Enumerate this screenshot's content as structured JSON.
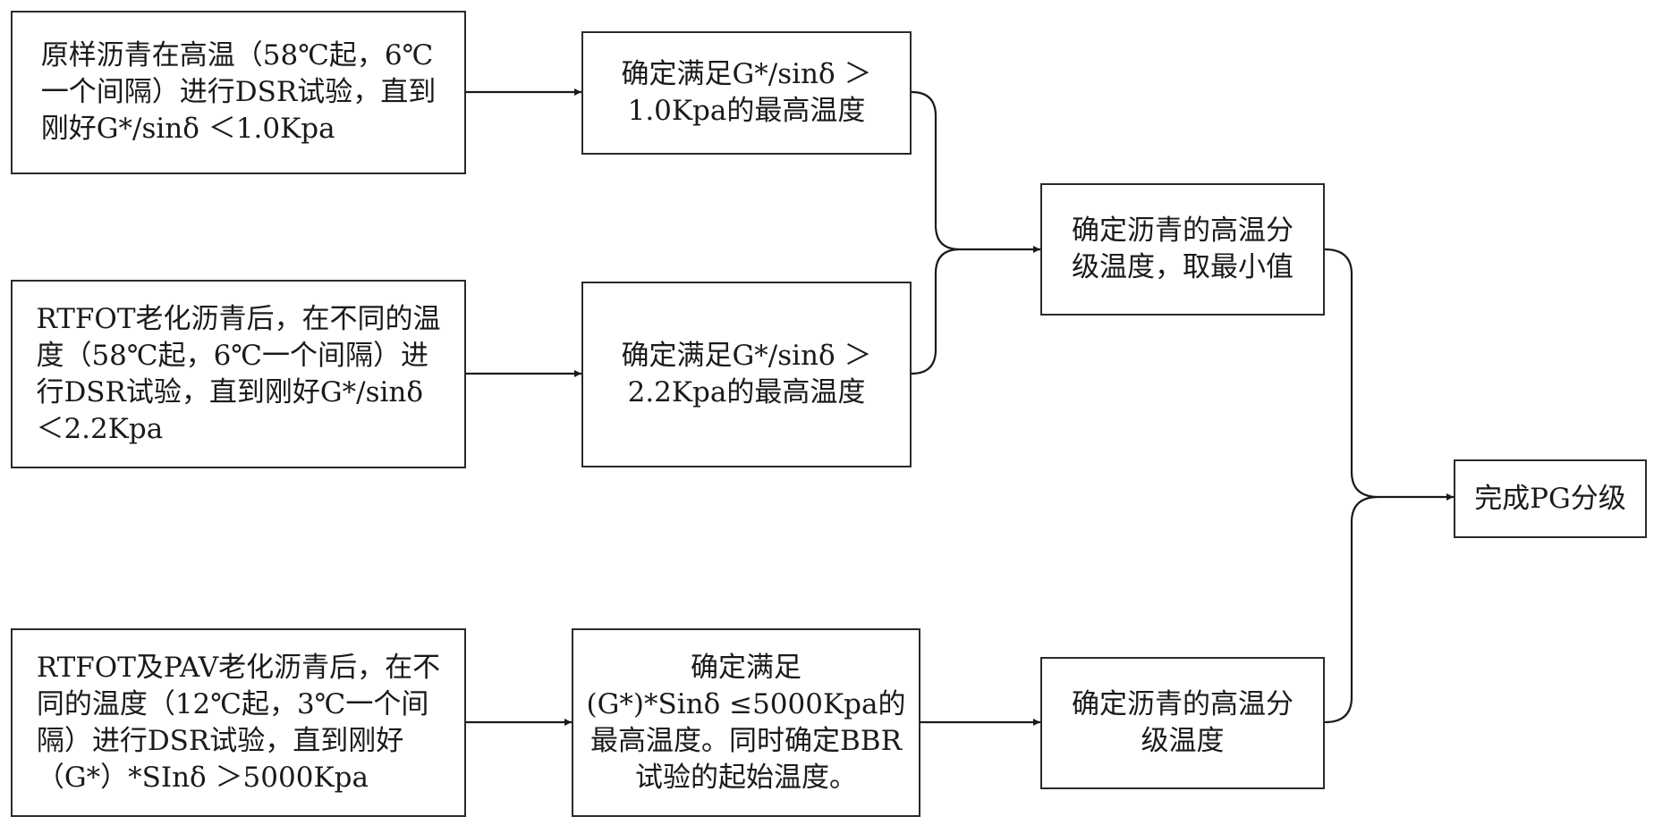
{
  "boxes": {
    "step1_original": "原样沥青在高温（58℃起，6℃\n一个间隔）进行DSR试验，直到\n刚好G*/sinδ ＜1.0Kpa",
    "step2_rtfot": "RTFOT老化沥青后，在不同的温\n度（58℃起，6℃一个间隔）进\n行DSR试验，直到刚好G*/sinδ\n＜2.2Kpa",
    "step3_pav": "RTFOT及PAV老化沥青后，在不\n同的温度（12℃起，3℃一个间\n隔）进行DSR试验，直到刚好\n（G*）*SInδ ＞5000Kpa",
    "result1": "确定满足G*/sinδ ＞\n1.0Kpa的最高温度",
    "result2": "确定满足G*/sinδ ＞\n2.2Kpa的最高温度",
    "result3": "确定满足\n(G*)*Sinδ ≤5000Kpa的\n最高温度。同时确定BBR\n试验的起始温度。",
    "high_grade_min": "确定沥青的高温分\n级温度，取最小值",
    "high_grade_temp": "确定沥青的高温分\n级温度",
    "final": "完成PG分级"
  }
}
